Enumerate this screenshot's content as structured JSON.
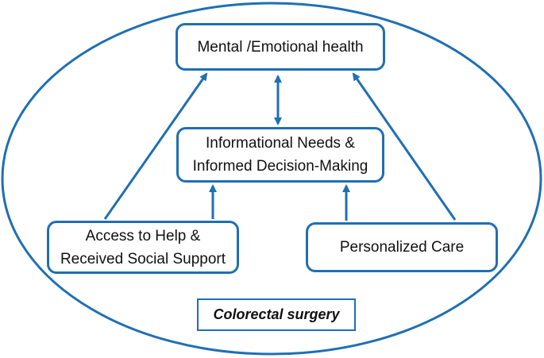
{
  "colors": {
    "stroke": "#1f6fb4",
    "text": "#111111",
    "background": "#ffffff"
  },
  "nodes": {
    "mental": "Mental /Emotional health",
    "informational": "Informational Needs &\nInformed Decision-Making",
    "help": "Access to Help &\nReceived Social Support",
    "care": "Personalized Care"
  },
  "context": "Colorectal surgery",
  "edges": [
    {
      "from": "informational",
      "to": "mental",
      "direction": "both"
    },
    {
      "from": "help",
      "to": "mental",
      "direction": "forward"
    },
    {
      "from": "care",
      "to": "mental",
      "direction": "forward"
    },
    {
      "from": "help",
      "to": "informational",
      "direction": "forward"
    },
    {
      "from": "care",
      "to": "informational",
      "direction": "forward"
    }
  ]
}
